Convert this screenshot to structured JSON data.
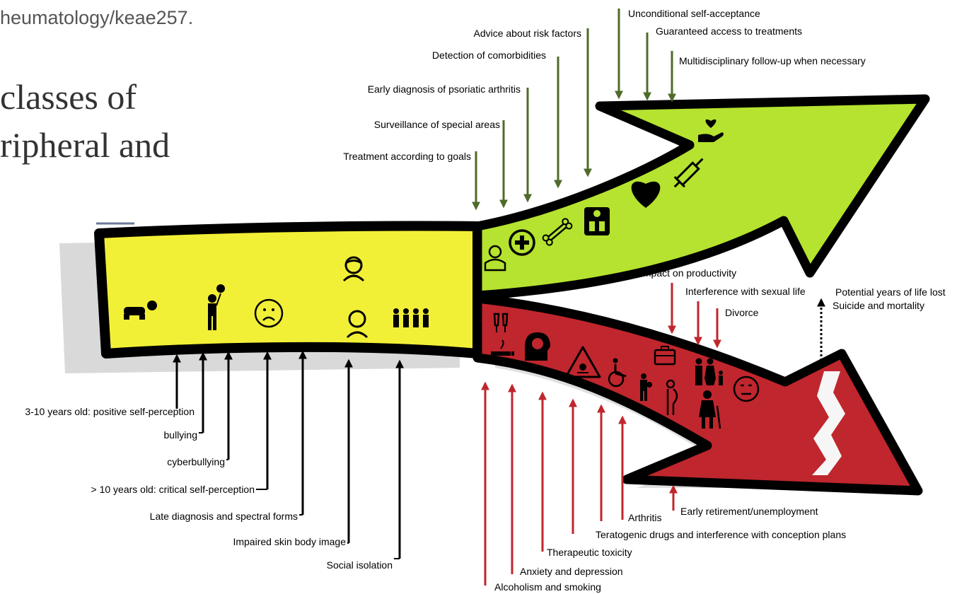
{
  "header": {
    "doi_fragment": "heumatology/keae257.",
    "title_line1": "classes of",
    "title_line2": "ripheral and"
  },
  "colors": {
    "childhood_band": "#f2f036",
    "positive_branch": "#b5e32f",
    "negative_branch": "#c0262d",
    "positive_arrow": "#4f6b2a",
    "negative_arrow": "#c0262d",
    "outline": "#000000",
    "shadow": "#c9c9c9"
  },
  "childhood_icons": [
    "crawling-baby-icon",
    "child-with-balloon-icon",
    "sad-face-icon",
    "girl-icon",
    "boy-icon",
    "group-of-children-icon"
  ],
  "positive_icons": [
    "doctor-icon",
    "medical-cross-icon",
    "bone-icon",
    "weighing-scale-icon",
    "heart-icon",
    "syringe-icon",
    "caring-hand-heart-icon"
  ],
  "negative_icons": [
    "drinks-toast-icon",
    "smoking-icon",
    "brain-icon",
    "toxic-warning-icon",
    "wheelchair-icon",
    "briefcase-icon",
    "parent-with-baby-icon",
    "pregnant-woman-icon",
    "couple-with-child-icon",
    "elderly-person-icon",
    "neutral-face-icon"
  ],
  "childhood_factors": [
    "3-10 years old: positive self-perception",
    "bullying",
    "cyberbullying",
    "> 10 years old: critical self-perception",
    "Late diagnosis and spectral forms",
    "Impaired skin body image",
    "Social isolation"
  ],
  "positive_factors": [
    "Treatment according to goals",
    "Surveillance of special areas",
    "Early diagnosis of psoriatic arthritis",
    "Detection of comorbidities",
    "Advice about risk factors",
    "Unconditional self-acceptance",
    "Guaranteed access to treatments",
    "Multidisciplinary follow-up when necessary"
  ],
  "negative_bottom_factors": [
    "Alcoholism and smoking",
    "Anxiety and depression",
    "Therapeutic toxicity",
    "Teratogenic drugs and interference with conception plans",
    "Arthritis",
    "Early retirement/unemployment"
  ],
  "negative_top_factors": [
    "Impact on productivity",
    "Interference with sexual life",
    "Divorce"
  ],
  "outcomes": [
    "Potential years of life lost",
    "Suicide and mortality"
  ]
}
